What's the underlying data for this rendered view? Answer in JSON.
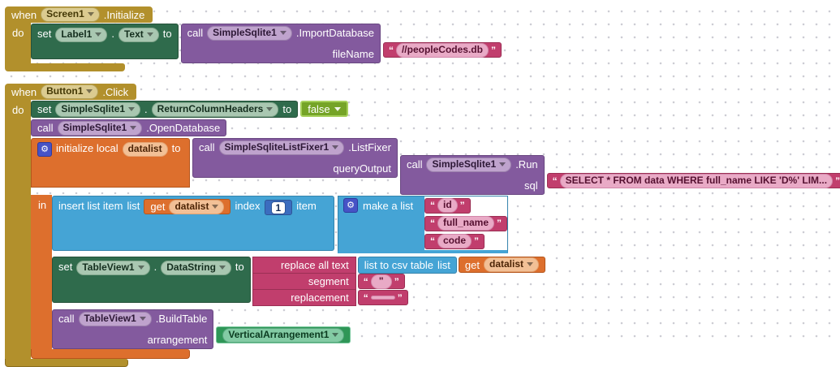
{
  "ui": {
    "open_quote": "“",
    "close_quote": "”",
    "gear_icon": "⚙"
  },
  "colors": {
    "event_gold": "#b2902c",
    "setter_green": "#2f6b4c",
    "method_purple": "#835a9e",
    "variable_orange": "#dd6f2d",
    "list_blue": "#45a4d5",
    "math_blue": "#3b6dbf",
    "text_pink": "#c13e6d",
    "logic_green": "#75a427",
    "component_green": "#2f9657"
  },
  "stack_screen_init": {
    "when_label": "when",
    "component": "Screen1",
    "event": ".Initialize",
    "do_label": "do",
    "set_block": {
      "set_label": "set",
      "component": "Label1",
      "dot": ".",
      "property": "Text",
      "to_label": "to"
    },
    "call_import": {
      "call_label": "call",
      "component": "SimpleSqlite1",
      "method": ".ImportDatabase",
      "param_filename": "fileName"
    },
    "filename_value": "//peopleCodes.db"
  },
  "stack_button_click": {
    "when_label": "when",
    "component": "Button1",
    "event": ".Click",
    "do_label": "do",
    "set_headers": {
      "set_label": "set",
      "component": "SimpleSqlite1",
      "dot": ".",
      "property": "ReturnColumnHeaders",
      "to_label": "to"
    },
    "false_label": "false",
    "call_open": {
      "call_label": "call",
      "component": "SimpleSqlite1",
      "method": ".OpenDatabase"
    },
    "init_local": {
      "label": "initialize local",
      "variable": "datalist",
      "to_label": "to",
      "in_label": "in"
    },
    "call_listfixer": {
      "call_label": "call",
      "component": "SimpleSqliteListFixer1",
      "method": ".ListFixer",
      "param": "queryOutput"
    },
    "call_run": {
      "call_label": "call",
      "component": "SimpleSqlite1",
      "method": ".Run",
      "param": "sql"
    },
    "sql_value": "SELECT * FROM data WHERE full_name LIKE 'D%' LIM...",
    "insert_item": {
      "label": "insert list item",
      "list_label": "list",
      "index_label": "index",
      "item_label": "item"
    },
    "get_datalist_insert": {
      "get_label": "get",
      "variable": "datalist"
    },
    "index_value": "1",
    "make_list": {
      "label": "make a list",
      "items": [
        "id",
        "full_name",
        "code"
      ]
    },
    "set_datastring": {
      "set_label": "set",
      "component": "TableView1",
      "dot": ".",
      "property": "DataString",
      "to_label": "to"
    },
    "replace": {
      "label": "replace all text",
      "segment_label": "segment",
      "replacement_label": "replacement"
    },
    "segment_value": "\"",
    "replacement_value": "",
    "csv": {
      "label": "list to csv table",
      "list_label": "list"
    },
    "get_datalist_csv": {
      "get_label": "get",
      "variable": "datalist"
    },
    "call_build": {
      "call_label": "call",
      "component": "TableView1",
      "method": ".BuildTable",
      "param": "arrangement"
    },
    "arrangement_value": "VerticalArrangement1"
  }
}
